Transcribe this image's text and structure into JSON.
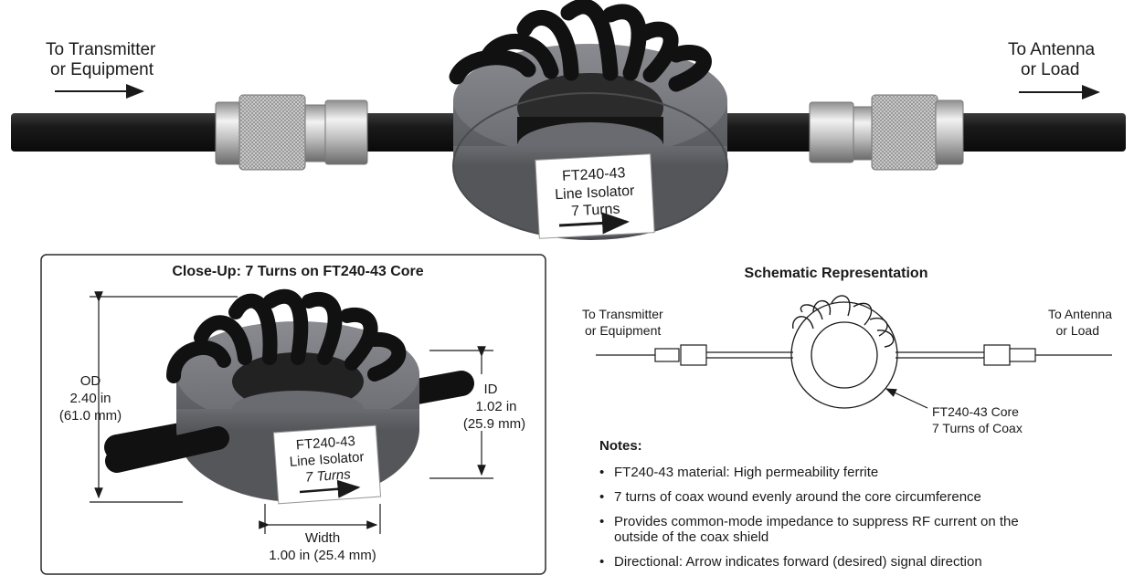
{
  "main_diagram": {
    "left_label": [
      "To Transmitter",
      "or Equipment"
    ],
    "right_label": [
      "To Antenna",
      "or Load"
    ],
    "core_label": [
      "FT240-43",
      "Line Isolator",
      "7 Turns"
    ]
  },
  "closeup": {
    "title": "Close-Up: 7 Turns on FT240-43 Core",
    "core_label": [
      "FT240-43",
      "Line Isolator",
      "7 Turns"
    ],
    "od": [
      "OD",
      "2.40 in",
      "(61.0 mm)"
    ],
    "id": [
      "ID",
      "1.02 in",
      "(25.9 mm)"
    ],
    "width": [
      "Width",
      "1.00 in (25.4 mm)"
    ]
  },
  "schematic": {
    "title": "Schematic Representation",
    "left_label": [
      "To Transmitter",
      "or Equipment"
    ],
    "right_label": [
      "To Antenna",
      "or Load"
    ],
    "core_callout": [
      "FT240-43 Core",
      "7 Turns of Coax"
    ]
  },
  "notes": {
    "title": "Notes:",
    "items": [
      "FT240-43 material: High permeability ferrite",
      "7 turns of coax wound evenly around the core circumference",
      "Provides common-mode impedance to suppress RF current on the outside of the coax shield",
      "Directional: Arrow indicates forward (desired) signal direction"
    ]
  },
  "colors": {
    "cable": "#1c1c1c",
    "core": "#6f7074",
    "connector": "#c9c9c9"
  }
}
